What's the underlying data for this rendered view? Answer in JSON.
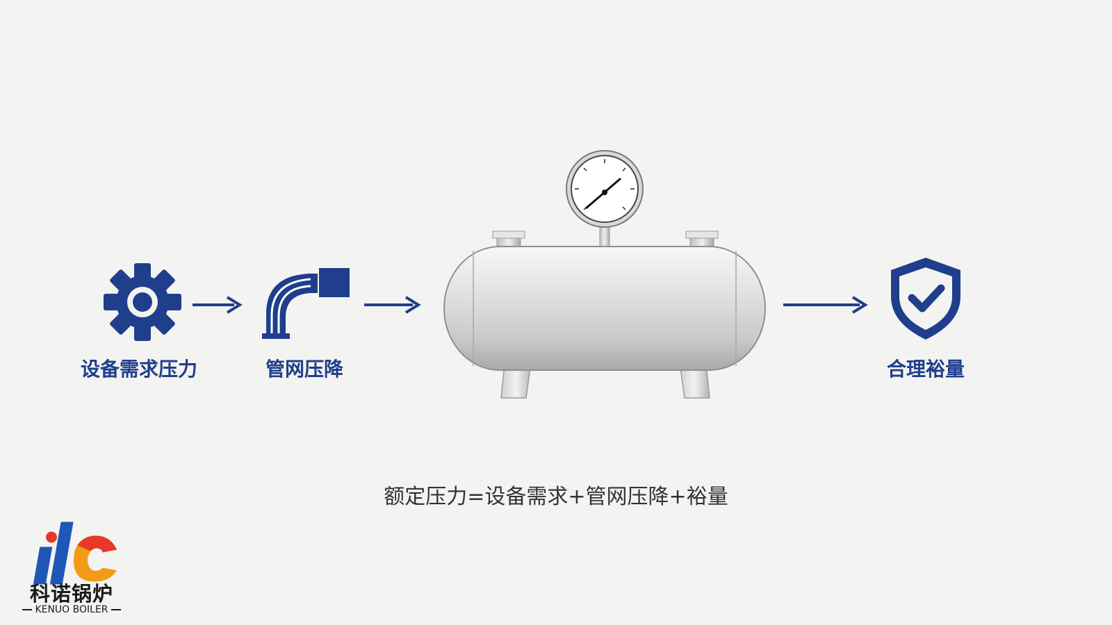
{
  "steps": [
    {
      "label": "设备需求压力",
      "icon": "gear-icon"
    },
    {
      "label": "管网压降",
      "icon": "pipe-elbow-icon"
    },
    {
      "label": "",
      "icon": "pressure-tank-icon"
    },
    {
      "label": "合理裕量",
      "icon": "shield-check-icon"
    }
  ],
  "formula": "额定压力=设备需求+管网压降+裕量",
  "logo": {
    "name_cn": "科诺锅炉",
    "name_en": "KENUO BOILER"
  },
  "colors": {
    "accent": "#1f3f8c",
    "arrow": "#1f3f8c",
    "logo_blue": "#1f57b8",
    "logo_red": "#e53a2a",
    "logo_orange": "#f39a16"
  }
}
